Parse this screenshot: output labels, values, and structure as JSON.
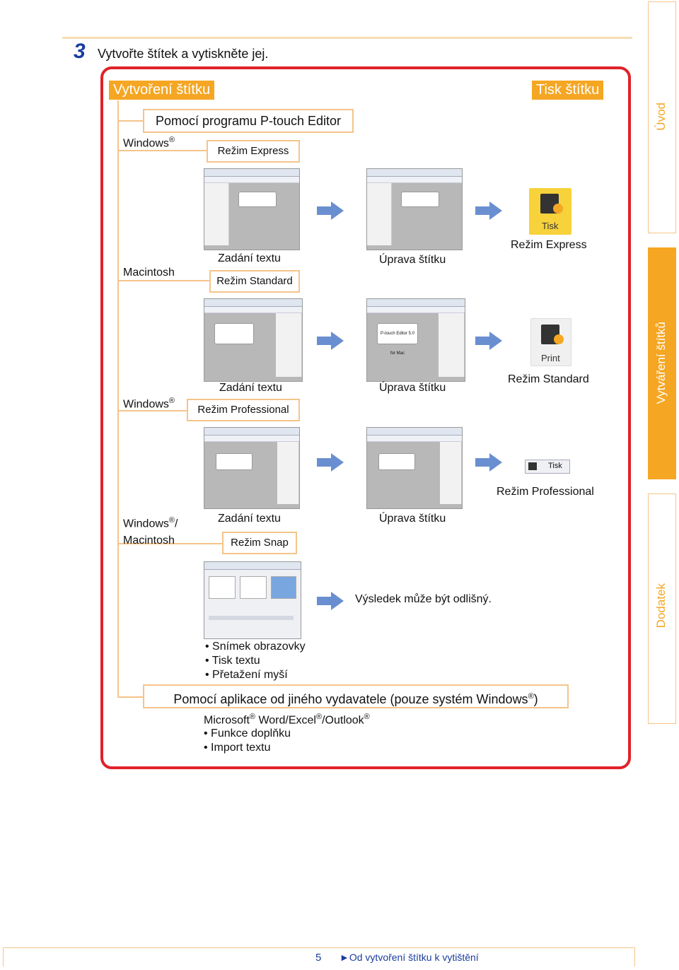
{
  "step": {
    "number": "3",
    "title": "Vytvořte štítek a vytiskněte jej."
  },
  "headers": {
    "create": "Vytvoření štítku",
    "print": "Tisk štítku"
  },
  "editor_box": "Pomocí programu P-touch Editor",
  "os": {
    "windows1": "Windows",
    "macintosh": "Macintosh",
    "windows2": "Windows",
    "windows_mac_1": "Windows",
    "windows_mac_2": "/",
    "windows_mac_3": "Macintosh",
    "reg": "®"
  },
  "modes": {
    "express": "Režim Express",
    "standard": "Režim Standard",
    "professional": "Režim Professional",
    "snap": "Režim Snap"
  },
  "steps": {
    "input": "Zadání textu",
    "edit": "Úprava štítku"
  },
  "print_modes": {
    "express": "Režim Express",
    "standard": "Režim Standard",
    "professional": "Režim Professional"
  },
  "icons": {
    "tisk_label": "Tisk",
    "print_label": "Print",
    "tisk_btn": "Tisk"
  },
  "screen_text": {
    "mac_edit_label": "P-touch Editor 5.0 for Mac"
  },
  "result_note": "Výsledek může být odlišný.",
  "snap_list": [
    "• Snímek obrazovky",
    "• Tisk textu",
    "• Přetažení myší"
  ],
  "thirdparty_box": "Pomocí aplikace od jiného vydavatele (pouze systém Windows",
  "thirdparty_close": ")",
  "ms": {
    "a": "Microsoft",
    "b": " Word/Excel",
    "c": "/Outlook"
  },
  "ms_list": [
    "• Funkce doplňku",
    "• Import textu"
  ],
  "tabs": {
    "intro": "Úvod",
    "create": "Vytváření štítků",
    "appendix": "Dodatek"
  },
  "footer": {
    "page": "5",
    "link": "Od vytvoření štítku k vytištění"
  },
  "colors": {
    "orange": "#f5a623",
    "red": "#e0222a",
    "blue": "#1a3d9e",
    "arrow": "#6a8fd0"
  }
}
